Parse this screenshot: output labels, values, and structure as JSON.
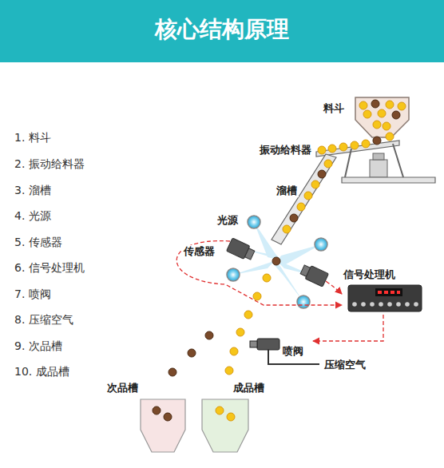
{
  "diagram": {
    "title": "核心结构原理",
    "nodes": [
      {
        "text": [
          "料斗"
        ]
      },
      {
        "text": [
          "信号处理机"
        ]
      },
      {
        "text": [
          "喷阀"
        ]
      },
      {
        "text": [
          "次品槽"
        ]
      },
      {
        "text": [
          "成品槽"
        ]
      }
    ],
    "edges": [
      {
        "from": 1,
        "to": 2,
        "arrow": "to"
      }
    ],
    "labels": [
      "1. 料斗",
      "2. 振动给料器",
      "3. 溜槽",
      "4. 光源",
      "5. 传感器",
      "6. 信号处理机",
      "7. 喷阀",
      "8. 压缩空气",
      "9. 次品槽",
      "10. 成品槽",
      "振动给料器",
      "溜槽",
      "光源",
      "传感器",
      "压缩空气"
    ]
  }
}
